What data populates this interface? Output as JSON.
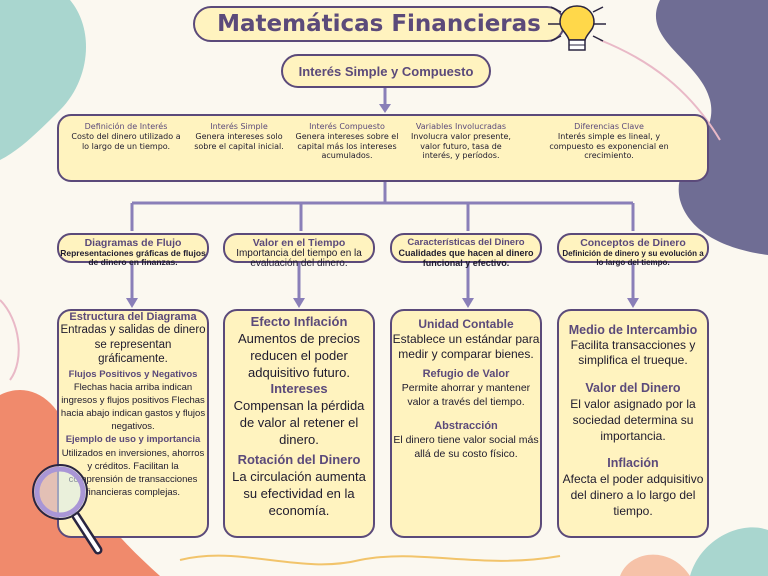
{
  "title": "Matemáticas Financieras",
  "subtitle": "Interés Simple y Compuesto",
  "colors": {
    "accent": "#5b4a7a",
    "box_fill": "#fff3bf",
    "connector": "#8a7fb8"
  },
  "icons": {
    "lightbulb": "lightbulb-icon",
    "magnifier": "magnifier-icon"
  },
  "overview": [
    {
      "heading": "Definición de Interés",
      "text": "Costo del dinero utilizado a lo largo de un tiempo."
    },
    {
      "heading": "Interés Simple",
      "text": "Genera intereses solo sobre el capital inicial."
    },
    {
      "heading": "Interés Compuesto",
      "text": "Genera intereses sobre el capital más los intereses acumulados."
    },
    {
      "heading": "Variables Involucradas",
      "text": "Involucra valor presente, valor futuro, tasa de interés, y períodos."
    },
    {
      "heading": "Diferencias Clave",
      "text": "Interés simple es lineal, y compuesto es exponencial en crecimiento."
    }
  ],
  "categories": [
    {
      "heading": "Diagramas de Flujo",
      "text": "Representaciones gráficas de flujos de dinero en finanzas."
    },
    {
      "heading": "Valor en el Tiempo",
      "text": "Importancia del tiempo en la evaluación del dinero."
    },
    {
      "heading": "Características del Dinero",
      "text": "Cualidades que hacen al dinero funcional y efectivo."
    },
    {
      "heading": "Conceptos de Dinero",
      "text": "Definición de dinero y su evolución a lo largo del tiempo."
    }
  ],
  "details": [
    [
      {
        "heading": "Estructura del Diagrama",
        "text": "Entradas y salidas de dinero se representan gráficamente."
      },
      {
        "heading": "Flujos Positivos y Negativos",
        "text": "Flechas hacia arriba indican ingresos y flujos positivos Flechas hacia abajo indican gastos y flujos negativos."
      },
      {
        "heading": "Ejemplo de uso y importancia",
        "text": "Utilizados en inversiones, ahorros y créditos. Facilitan la comprensión de transacciones financieras complejas."
      }
    ],
    [
      {
        "heading": "Efecto Inflación",
        "text": "Aumentos de precios reducen el poder adquisitivo futuro."
      },
      {
        "heading": "Intereses",
        "text": "Compensan la pérdida de valor al retener el dinero."
      },
      {
        "heading": "Rotación del Dinero",
        "text": "La circulación aumenta su efectividad en la economía."
      }
    ],
    [
      {
        "heading": "Unidad Contable",
        "text": "Establece un estándar para medir y comparar bienes."
      },
      {
        "heading": "Refugio de Valor",
        "text": "Permite ahorrar y mantener valor a través del tiempo."
      },
      {
        "heading": "Abstracción",
        "text": "El dinero tiene valor social más allá de su costo físico."
      }
    ],
    [
      {
        "heading": "Medio de Intercambio",
        "text": "Facilita transacciones y simplifica el trueque."
      },
      {
        "heading": "Valor del Dinero",
        "text": "El valor asignado por la sociedad determina su importancia."
      },
      {
        "heading": "Inflación",
        "text": "Afecta el poder adquisitivo del dinero a lo largo del tiempo."
      }
    ]
  ]
}
